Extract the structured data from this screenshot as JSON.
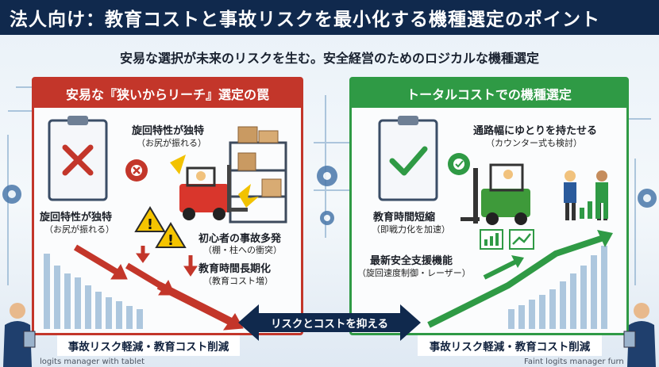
{
  "header": {
    "title": "法人向け：教育コストと事故リスクを最小化する機種選定のポイント"
  },
  "subtitle": "安易な選択が未来のリスクを生む。安全経営のためのロジカルな機種選定",
  "left_panel": {
    "heading": "安易な『狭いからリーチ』選定の罠",
    "labels": [
      {
        "main": "旋回特性が独特",
        "sub": "（お尻が振れる）"
      },
      {
        "main": "旋回特性が独特",
        "sub": "（お尻が振れる）"
      },
      {
        "main": "初心者の事故多発",
        "sub": "（棚・柱への衝突）"
      },
      {
        "main": "教育時間長期化",
        "sub": "（教育コスト増）"
      }
    ],
    "footer": "事故リスク軽減・教育コスト削減",
    "accent": "#c3362a"
  },
  "right_panel": {
    "heading": "トータルコストでの機種選定",
    "labels": [
      {
        "main": "通路幅にゆとりを持たせる",
        "sub": "（カウンター式も検討）"
      },
      {
        "main": "教育時間短縮",
        "sub": "（即戦力化を加速）"
      },
      {
        "main": "最新安全支援機能",
        "sub": "（旋回速度制御・レーザー）"
      }
    ],
    "footer": "事故リスク軽減・教育コスト削減",
    "accent": "#2f9a45"
  },
  "center_arrow": {
    "label": "リスクとコストを抑える",
    "color": "#10294d"
  },
  "captions": {
    "left": "logits manager with tablet",
    "right": "Faint logits manager furn"
  },
  "icons": [
    "clipboard-x-icon",
    "clipboard-check-icon",
    "gear-x-icon",
    "gear-check-icon",
    "warning-icon",
    "forklift-crash-icon",
    "forklift-green-icon",
    "manager-icon"
  ]
}
